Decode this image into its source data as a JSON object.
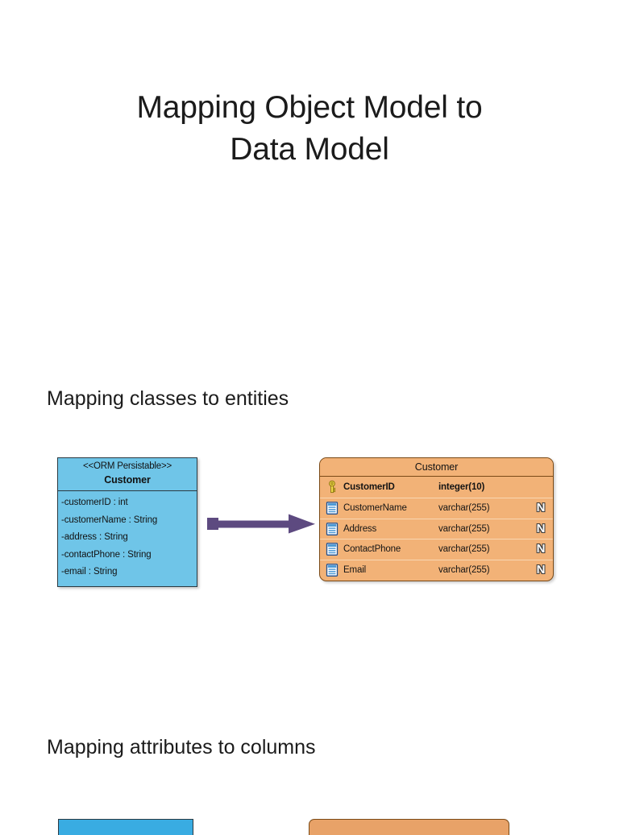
{
  "slide": {
    "title": "Mapping Object Model to\nData Model",
    "background_color": "#ffffff"
  },
  "sections": {
    "classes_heading": "Mapping classes to entities",
    "attributes_heading": "Mapping attributes to columns"
  },
  "uml_class": {
    "stereotype": "<<ORM Persistable>>",
    "name": "Customer",
    "fill_color": "#6FC5E8",
    "border_color": "#2b3a42",
    "attributes": [
      "-customerID : int",
      "-customerName : String",
      "-address : String",
      "-contactPhone : String",
      "-email : String"
    ]
  },
  "arrow": {
    "icon": "arrow-right-icon",
    "color": "#5D4A80",
    "direction": "right"
  },
  "erd_table": {
    "name": "Customer",
    "fill_color": "#F2B277",
    "border_color": "#7a4a17",
    "columns": [
      {
        "icon": "primary-key-icon",
        "name": "CustomerID",
        "datatype": "integer(10)",
        "nullable": "",
        "is_primary_key": true
      },
      {
        "icon": "column-icon",
        "name": "CustomerName",
        "datatype": "varchar(255)",
        "nullable": "N",
        "is_primary_key": false
      },
      {
        "icon": "column-icon",
        "name": "Address",
        "datatype": "varchar(255)",
        "nullable": "N",
        "is_primary_key": false
      },
      {
        "icon": "column-icon",
        "name": "ContactPhone",
        "datatype": "varchar(255)",
        "nullable": "N",
        "is_primary_key": false
      },
      {
        "icon": "column-icon",
        "name": "Email",
        "datatype": "varchar(255)",
        "nullable": "N",
        "is_primary_key": false
      }
    ]
  },
  "bottom_preview": {
    "uml_fill_color": "#39ACE2",
    "erd_fill_color": "#E8A268"
  }
}
